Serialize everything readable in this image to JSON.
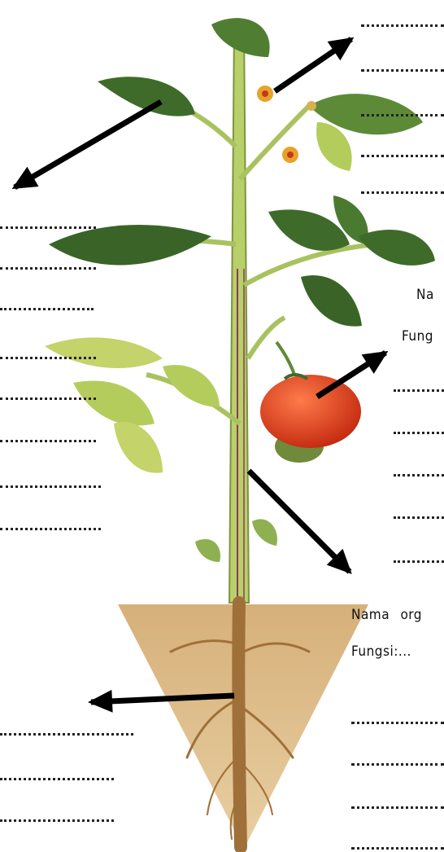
{
  "worksheet": {
    "fruit_block": {
      "name_label_fragment": "Na",
      "function_label_fragment": "Fung"
    },
    "stem_block": {
      "name_label_fragment": "Nama org",
      "function_label_fragment": "Fungsi:..."
    }
  },
  "colors": {
    "stem": "#b9cf6a",
    "leaf_dark": "#3f6b2a",
    "leaf_light": "#c4d36a",
    "fruit": "#e0401f",
    "soil": "#c9a06a",
    "root": "#a0703a",
    "arrow": "#000000"
  },
  "icons": [
    "arrow-icon"
  ]
}
